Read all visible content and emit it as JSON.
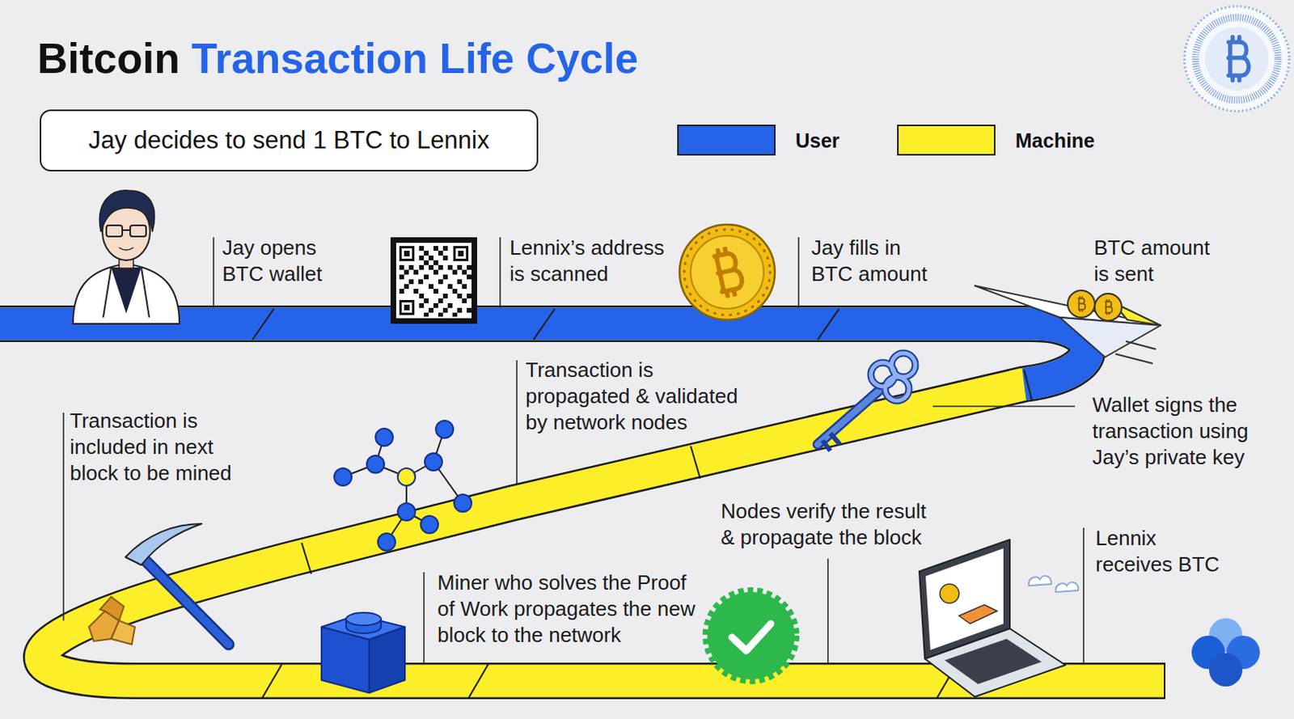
{
  "diagram": {
    "title": "Bitcoin Transaction Life Cycle",
    "nodes": [
      {
        "text": [
          "Jay decides to send 1 BTC to Lennix"
        ]
      }
    ],
    "labels": [
      "Jay opens BTC wallet",
      "Lennix’s address is scanned",
      "Jay fills in BTC amount",
      "BTC amount is sent",
      "Wallet signs the transaction using Jay’s private key",
      "Transaction is propagated & validated by network nodes",
      "Transaction is included in next block to be mined",
      "Miner who solves the Proof of Work propagates the new block to the network",
      "Nodes verify the result & propagate the block",
      "Lennix receives BTC"
    ],
    "legend": [
      {
        "text": "User",
        "color": "#2563e8"
      },
      {
        "text": "Machine",
        "color": "#fcef2a"
      }
    ]
  }
}
